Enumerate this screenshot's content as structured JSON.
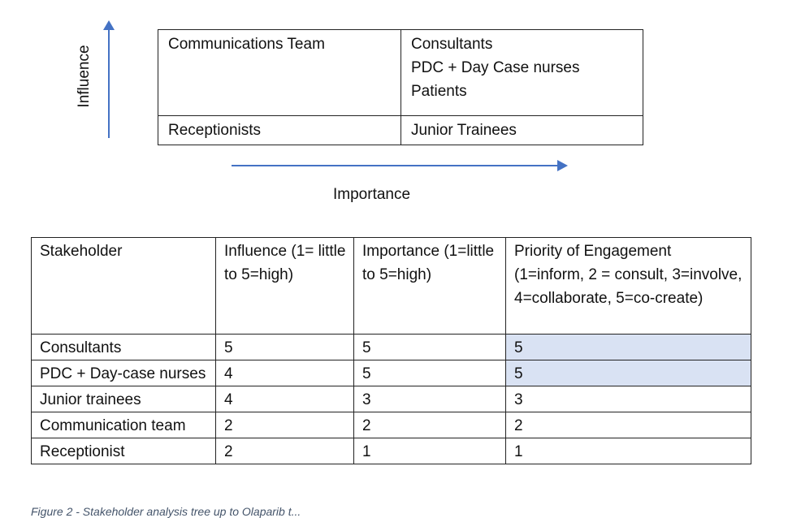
{
  "matrix": {
    "y_axis_label": "Influence",
    "x_axis_label": "Importance",
    "axis_color": "#4472c4",
    "cells": {
      "top_left": [
        "Communications Team"
      ],
      "top_right": [
        "Consultants",
        "PDC + Day Case nurses",
        "Patients"
      ],
      "bottom_left": [
        "Receptionists"
      ],
      "bottom_right": [
        "Junior Trainees"
      ]
    }
  },
  "table": {
    "headers": [
      "Stakeholder",
      "Influence (1= little to 5=high)",
      "Importance (1=little to 5=high)",
      "Priority of Engagement (1=inform, 2 = consult, 3=involve, 4=collaborate, 5=co-create)"
    ],
    "highlight_color": "#d9e2f3",
    "rows": [
      {
        "stakeholder": "Consultants",
        "influence": "5",
        "importance": "5",
        "priority": "5"
      },
      {
        "stakeholder": "PDC + Day-case nurses",
        "influence": "4",
        "importance": "5",
        "priority": "5"
      },
      {
        "stakeholder": "Junior trainees",
        "influence": "4",
        "importance": "3",
        "priority": "3"
      },
      {
        "stakeholder": "Communication team",
        "influence": "2",
        "importance": "2",
        "priority": "2"
      },
      {
        "stakeholder": "Receptionist",
        "influence": "2",
        "importance": "1",
        "priority": "1"
      }
    ]
  },
  "caption": "Figure 2 - Stakeholder analysis tree up to Olaparib t..."
}
